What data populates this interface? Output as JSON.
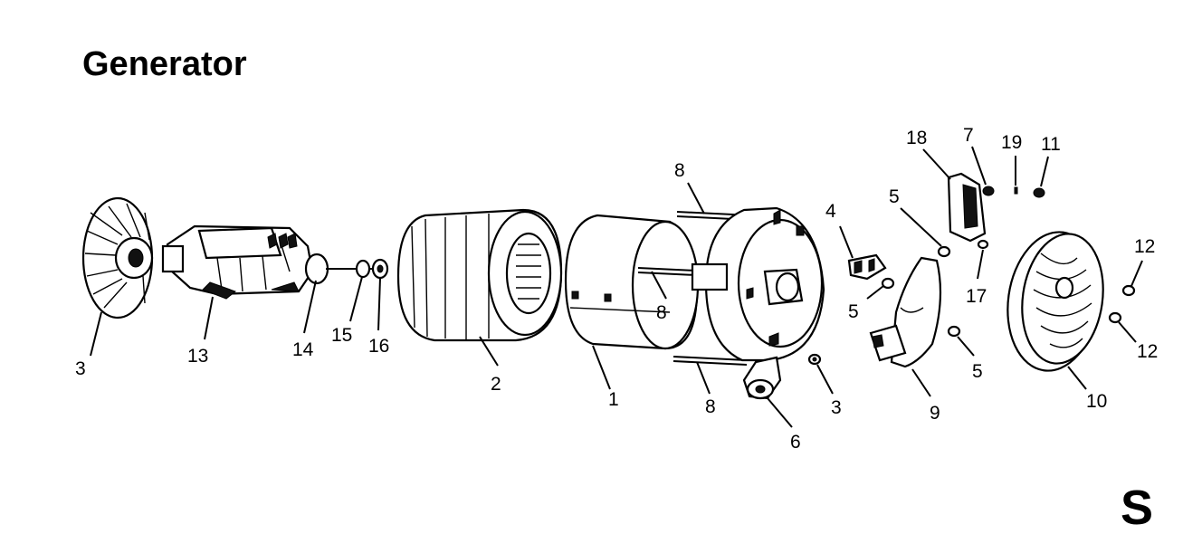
{
  "title": "Generator",
  "section": "S",
  "callouts": [
    "3",
    "13",
    "14",
    "15",
    "16",
    "2",
    "1",
    "8",
    "8",
    "8",
    "6",
    "3",
    "4",
    "5",
    "5",
    "9",
    "5",
    "18",
    "7",
    "19",
    "11",
    "17",
    "10",
    "12",
    "12"
  ]
}
